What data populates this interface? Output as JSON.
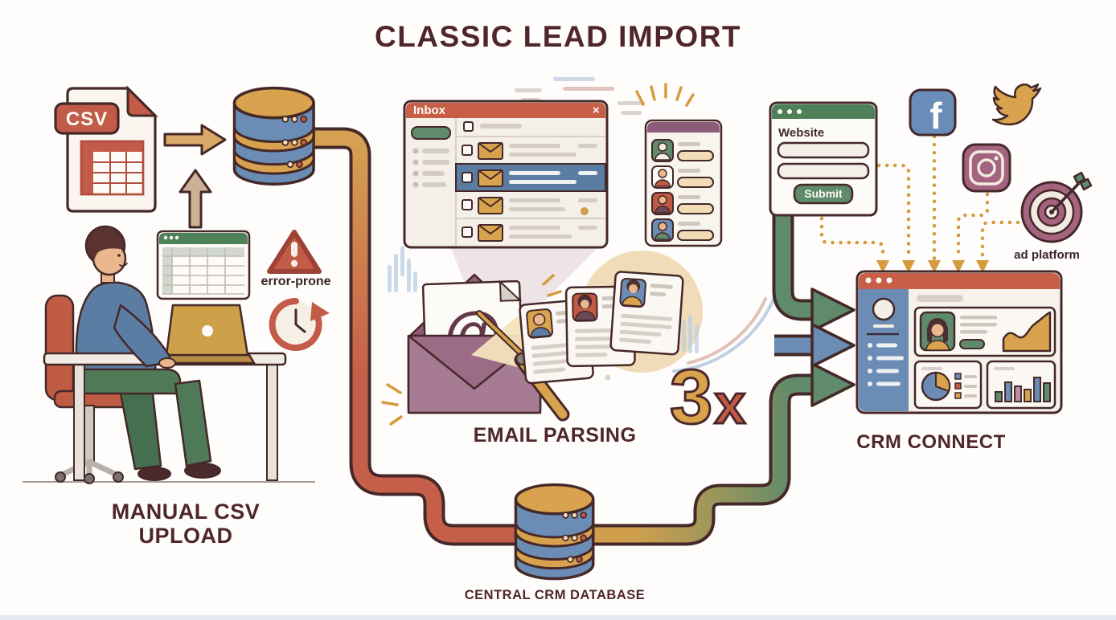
{
  "title": "CLASSIC LEAD IMPORT",
  "colors": {
    "outline": "#452828",
    "maroon_text": "#4e262c",
    "terracotta": "#c25b47",
    "gold": "#d8a24e",
    "blue": "#6b8cb5",
    "green": "#5f8a6b",
    "mauve": "#9c6b85",
    "cream": "#f6f1ea"
  },
  "manual": {
    "label": "MANUAL CSV UPLOAD",
    "csv_badge": "CSV",
    "error_label": "error-prone"
  },
  "email": {
    "label": "EMAIL PARSING",
    "inbox_title": "Inbox",
    "close_glyph": "×",
    "at_glyph": "@",
    "multiplier_value": "3",
    "multiplier_times": "x"
  },
  "crm": {
    "label": "CRM CONNECT",
    "website_label": "Website",
    "submit_label": "Submit",
    "ad_platform_label": "ad platform",
    "facebook_glyph": "f"
  },
  "central_db": {
    "label": "CENTRAL CRM DATABASE"
  }
}
